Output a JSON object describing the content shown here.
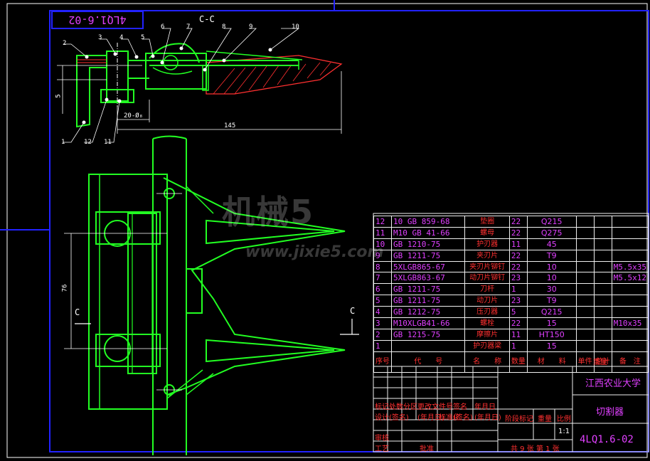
{
  "drawing": {
    "title_tag": "4LQ1.6-02",
    "section_label": "C-C",
    "section_mark_left": "C",
    "section_mark_right": "C",
    "callouts": [
      "1",
      "2",
      "3",
      "4",
      "5",
      "6",
      "7",
      "8",
      "9",
      "10",
      "11",
      "12"
    ],
    "dimensions": {
      "d5": "5",
      "d20": "20-Ø₈",
      "d145": "145",
      "d76": "76"
    },
    "watermark_logo": "机械5",
    "watermark_url": "www.jixie5.com"
  },
  "parts_list": {
    "rows": [
      {
        "no": "12",
        "std": "10 GB 859-68",
        "name": "垫圈",
        "qty": "22",
        "material": "Q215",
        "spec": ""
      },
      {
        "no": "11",
        "std": "M10 GB 41-66",
        "name": "螺母",
        "qty": "22",
        "material": "Q275",
        "spec": ""
      },
      {
        "no": "10",
        "std": "GB 1210-75",
        "name": "护刃器",
        "qty": "11",
        "material": "45",
        "spec": ""
      },
      {
        "no": "9",
        "std": "GB 1211-75",
        "name": "夹刃片",
        "qty": "22",
        "material": "T9",
        "spec": ""
      },
      {
        "no": "8",
        "std": "5XLGB865-67",
        "name": "夹刃片铆钉",
        "qty": "22",
        "material": "10",
        "spec": "M5.5x35"
      },
      {
        "no": "7",
        "std": "5XLGB863-67",
        "name": "动刀片铆钉",
        "qty": "23",
        "material": "10",
        "spec": "M5.5x12"
      },
      {
        "no": "6",
        "std": "GB 1211-75",
        "name": "刀杆",
        "qty": "1",
        "material": "30",
        "spec": ""
      },
      {
        "no": "5",
        "std": "GB 1211-75",
        "name": "动刀片",
        "qty": "23",
        "material": "T9",
        "spec": ""
      },
      {
        "no": "4",
        "std": "GB 1212-75",
        "name": "压刃器",
        "qty": "5",
        "material": "Q215",
        "spec": ""
      },
      {
        "no": "3",
        "std": "M10XLGB41-66",
        "name": "螺栓",
        "qty": "22",
        "material": "15",
        "spec": "M10x35"
      },
      {
        "no": "2",
        "std": "GB 1215-75",
        "name": "摩擦片",
        "qty": "11",
        "material": "HT150",
        "spec": ""
      },
      {
        "no": "1",
        "std": "",
        "name": "护刃器梁",
        "qty": "1",
        "material": "15",
        "spec": ""
      }
    ],
    "header": {
      "no": "序号",
      "std": "代　　号",
      "name": "名　　称",
      "qty": "数量",
      "material": "材　　料",
      "unit_weight": "单件",
      "total_weight": "总计",
      "weight": "重量",
      "note": "备　注"
    }
  },
  "title_block": {
    "org": "江西农业大学",
    "drawing_name": "切割器",
    "drawing_code": "4LQ1.6-02",
    "scale": "1:1",
    "labels": {
      "mark": "标记",
      "count": "处数",
      "zone": "分区",
      "change_doc": "更改文件号",
      "sign": "签名",
      "date": "年月日",
      "design": "设计",
      "sign2": "(签名)",
      "date2": "(年月日)",
      "std": "标准化",
      "sign3": "(签名)",
      "date3": "(年月日)",
      "stage": "阶段标记",
      "weight": "重量",
      "ratio": "比例",
      "review": "审核",
      "craft": "工艺",
      "approve": "批准",
      "sheets": "共 9 张  第 1 张"
    }
  },
  "colors": {
    "frame": "#2222ff",
    "part": "#22ff22",
    "dim": "#ffffff",
    "text": "#e040ff",
    "red": "#ff3030",
    "hatch": "#ff3030"
  }
}
